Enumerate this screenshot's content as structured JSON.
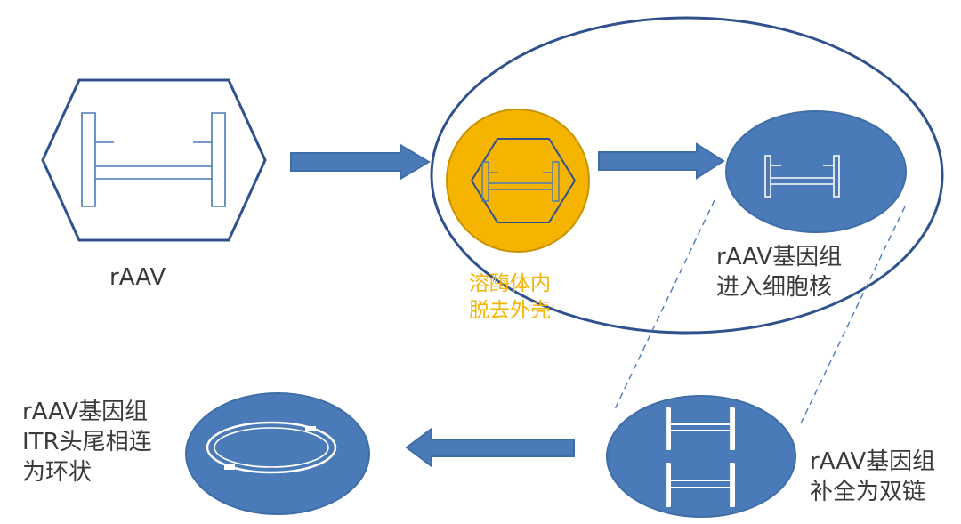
{
  "colors": {
    "blue": "#4a7ab8",
    "blue_edge": "#3f6ea7",
    "outline": "#2f528f",
    "gold": "#f4b400",
    "gold_edge": "#c79400",
    "text": "#3a3a3a",
    "white": "#ffffff"
  },
  "labels": {
    "raav": "rAAV",
    "lysosome_line1": "溶酶体内",
    "lysosome_line2": "脱去外壳",
    "nucleus_line1": "rAAV基因组",
    "nucleus_line2": "进入细胞核",
    "double_line1": "rAAV基因组",
    "double_line2": "补全为双链",
    "circular_line1": "rAAV基因组",
    "circular_line2": "ITR头尾相连",
    "circular_line3": "为环状"
  }
}
